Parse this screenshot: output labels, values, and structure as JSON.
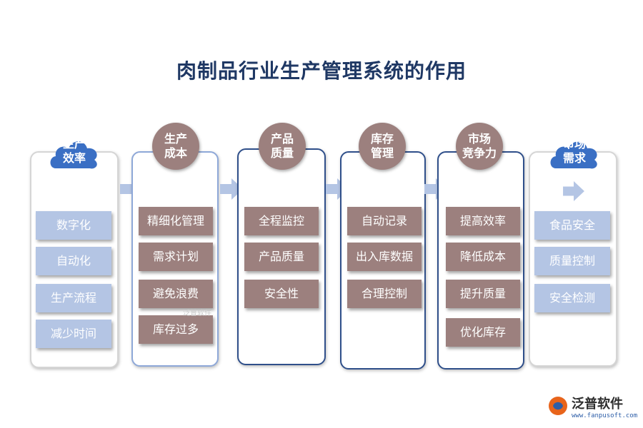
{
  "title": "肉制品行业生产管理系统的作用",
  "columns": [
    {
      "header": "生产\n效率",
      "items": [
        "数字化",
        "自动化",
        "生产流程",
        "减少时间"
      ]
    },
    {
      "header": "生产\n成本",
      "items": [
        "精细化管理",
        "需求计划",
        "避免浪费",
        "库存过多"
      ]
    },
    {
      "header": "产品\n质量",
      "items": [
        "全程监控",
        "产品质量",
        "安全性"
      ]
    },
    {
      "header": "库存\n管理",
      "items": [
        "自动记录",
        "出入库数据",
        "合理控制"
      ]
    },
    {
      "header": "市场\n竞争力",
      "items": [
        "提高效率",
        "降低成本",
        "提升质量",
        "优化库存"
      ]
    },
    {
      "header": "市场\n需求",
      "items": [
        "食品安全",
        "质量控制",
        "安全检测"
      ]
    }
  ],
  "watermark": "泛普软件",
  "logo": {
    "name": "泛普软件",
    "url": "www.fanpusoft.com"
  },
  "colors": {
    "title": "#1f3864",
    "item_light": "#b4c5e4",
    "item_mauve": "#9c807e",
    "cloud": "#3a6fc4"
  }
}
